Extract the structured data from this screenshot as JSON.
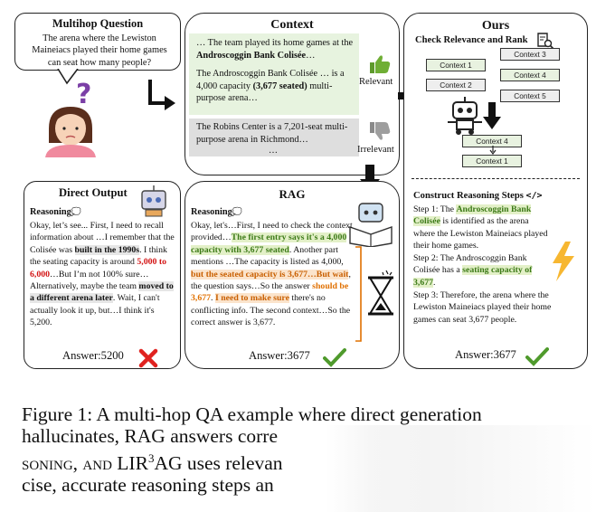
{
  "multihop": {
    "title": "Multihop Question",
    "question": "The arena where the Lewiston Maineiacs played their home games can seat how many people?"
  },
  "context": {
    "title": "Context",
    "relevant_prefix": "… The team played its home games at the ",
    "relevant_bold": "Androscoggin Bank Colisée",
    "relevant_suffix": "…",
    "relevant2_prefix": "The Androscoggin Bank Colisée … is a 4,000 capacity ",
    "relevant2_bold": "(3,677 seated)",
    "relevant2_suffix": " multi-purpose arena…",
    "relevant_label": "Relevant",
    "irrelevant_text": "The Robins Center is a 7,201-seat multi-purpose arena in Richmond…",
    "irrelevant_dots": "…",
    "irrelevant_label": "Irrelevant"
  },
  "ours": {
    "title": "Ours",
    "subtitle": "Check Relevance and Rank",
    "pills_left": [
      "Context 1",
      "Context 2"
    ],
    "pills_right": [
      "Context 3",
      "Context 4",
      "Context 5"
    ],
    "pills_ranked": [
      "Context 4",
      "Context 1"
    ],
    "steps_title": "Construct Reasoning Steps",
    "step1_prefix": "Step 1: The ",
    "step1_hl": "Androscoggin Bank Colisée",
    "step1_suffix": " is identified as the arena where the Lewiston Maineiacs played their home games.",
    "step2_prefix": "Step 2: The Androscoggin Bank Colisée has a ",
    "step2_hl": "seating capacity of 3,677",
    "step2_suffix": ".",
    "step3": "Step 3: Therefore, the arena where the Lewiston Maineiacs played their home games can seat 3,677 people.",
    "answer": "Answer:3677"
  },
  "direct": {
    "title": "Direct Output",
    "reasoning_label": "Reasoning",
    "t1": "Okay, let’s see... First, I need to recall information about …I remember that the Colisée was ",
    "t1_hl": "built in the 1990s",
    "t2": ". I think the seating capacity is around ",
    "t2_red": "5,000 to 6,000",
    "t3": "…But I’m not 100% sure… Alternatively, maybe the team ",
    "t3_hl": "moved to a different arena later",
    "t4": ". Wait, I can't actually look it up, but…I think it's 5,200.",
    "answer": "Answer:5200"
  },
  "rag": {
    "title": "RAG",
    "reasoning_label": "Reasoning",
    "t1": "Okay, let's…First, I need to check the context provided…",
    "t1_hl": "The first entry says it's a 4,000 capacity with 3,677 seated",
    "t2": ". Another part mentions …The capacity is listed as 4,000, ",
    "t2_hl": "but the seated capacity is 3,677…But wait",
    "t3": ", the question says…So the answer ",
    "t3_orange": "should be 3,677",
    "t4": ". ",
    "t4_hl": "I need to make sure",
    "t5": " there's no conflicting info. The second context…So the correct answer is 3,677.",
    "answer": "Answer:3677"
  },
  "caption": {
    "l1": "Figure 1: A multi-hop QA example where direct generation",
    "l2": "hallucinates, RAG answers corre",
    "l3": "soning, and LIR",
    "l3_sup": "3",
    "l3b": "AG uses relevan",
    "l4": "cise, accurate reasoning steps an"
  },
  "colors": {
    "green": "#4b8a1c",
    "red": "#d31414",
    "orange": "#e07000",
    "pill_green": "#e8f2e0"
  }
}
